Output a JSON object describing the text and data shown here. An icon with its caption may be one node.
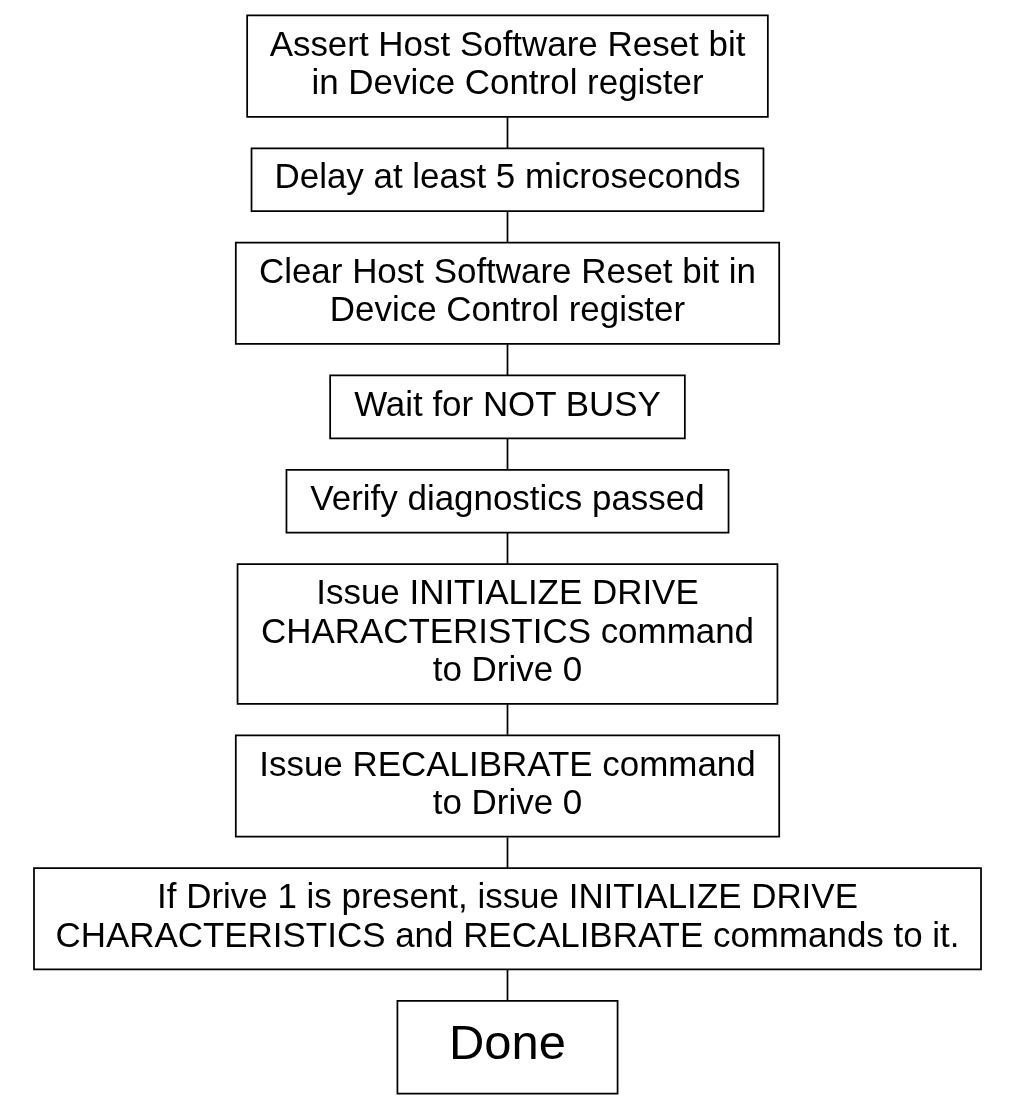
{
  "diagram": {
    "nodes": [
      {
        "text": [
          "Assert Host Software Reset bit in Device Control register"
        ]
      },
      {
        "text": [
          "Delay at least 5 microseconds"
        ]
      },
      {
        "text": [
          "Clear Host Software Reset bit in Device Control register"
        ]
      },
      {
        "text": [
          "Wait for NOT BUSY"
        ]
      },
      {
        "text": [
          "Verify diagnostics passed"
        ]
      },
      {
        "text": [
          "Issue INITIALIZE DRIVE CHARACTERISTICS command to Drive 0"
        ]
      },
      {
        "text": [
          "Issue RECALIBRATE command to Drive 0"
        ]
      },
      {
        "text": [
          "If Drive 1 is present, issue INITIALIZE DRIVE CHARACTERISTICS and RECALIBRATE commands to it."
        ]
      },
      {
        "text": [
          "Done"
        ]
      }
    ],
    "edges": [
      {
        "from": 0,
        "to": 1,
        "arrow": "none"
      },
      {
        "from": 1,
        "to": 2,
        "arrow": "none"
      },
      {
        "from": 2,
        "to": 3,
        "arrow": "none"
      },
      {
        "from": 3,
        "to": 4,
        "arrow": "none"
      },
      {
        "from": 4,
        "to": 5,
        "arrow": "none"
      },
      {
        "from": 5,
        "to": 6,
        "arrow": "none"
      },
      {
        "from": 6,
        "to": 7,
        "arrow": "none"
      },
      {
        "from": 7,
        "to": 8,
        "arrow": "none"
      }
    ]
  }
}
